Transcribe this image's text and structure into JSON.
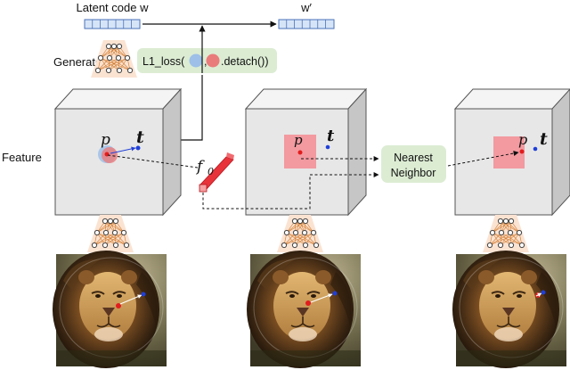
{
  "labels": {
    "latent_code": "Latent code w",
    "latent_code_prime": "w′",
    "generator": "Generator",
    "feature": "Feature",
    "loss_prefix": "L1_loss(",
    "loss_comma": ",",
    "loss_suffix": ".detach())",
    "nearest_line1": "Nearest",
    "nearest_line2": "Neighbor",
    "handle_point": "p",
    "target_point": "t",
    "feature_vector": "f",
    "feature_vector_sub": "0"
  },
  "colors": {
    "latent_fill": "#d6e4f7",
    "latent_stroke": "#4a72b8",
    "network_bg": "#fbe3d2",
    "network_edge": "#d27a2c",
    "loss_box": "#dcecd3",
    "blue_point": "#1f3fd9",
    "red_point": "#e21d1d",
    "patch": "#f29aa0",
    "cube_front": "#e7e7e7",
    "cube_top": "#f4f4f4",
    "cube_side": "#c6c6c6",
    "feature_vector": "#e8333b"
  }
}
